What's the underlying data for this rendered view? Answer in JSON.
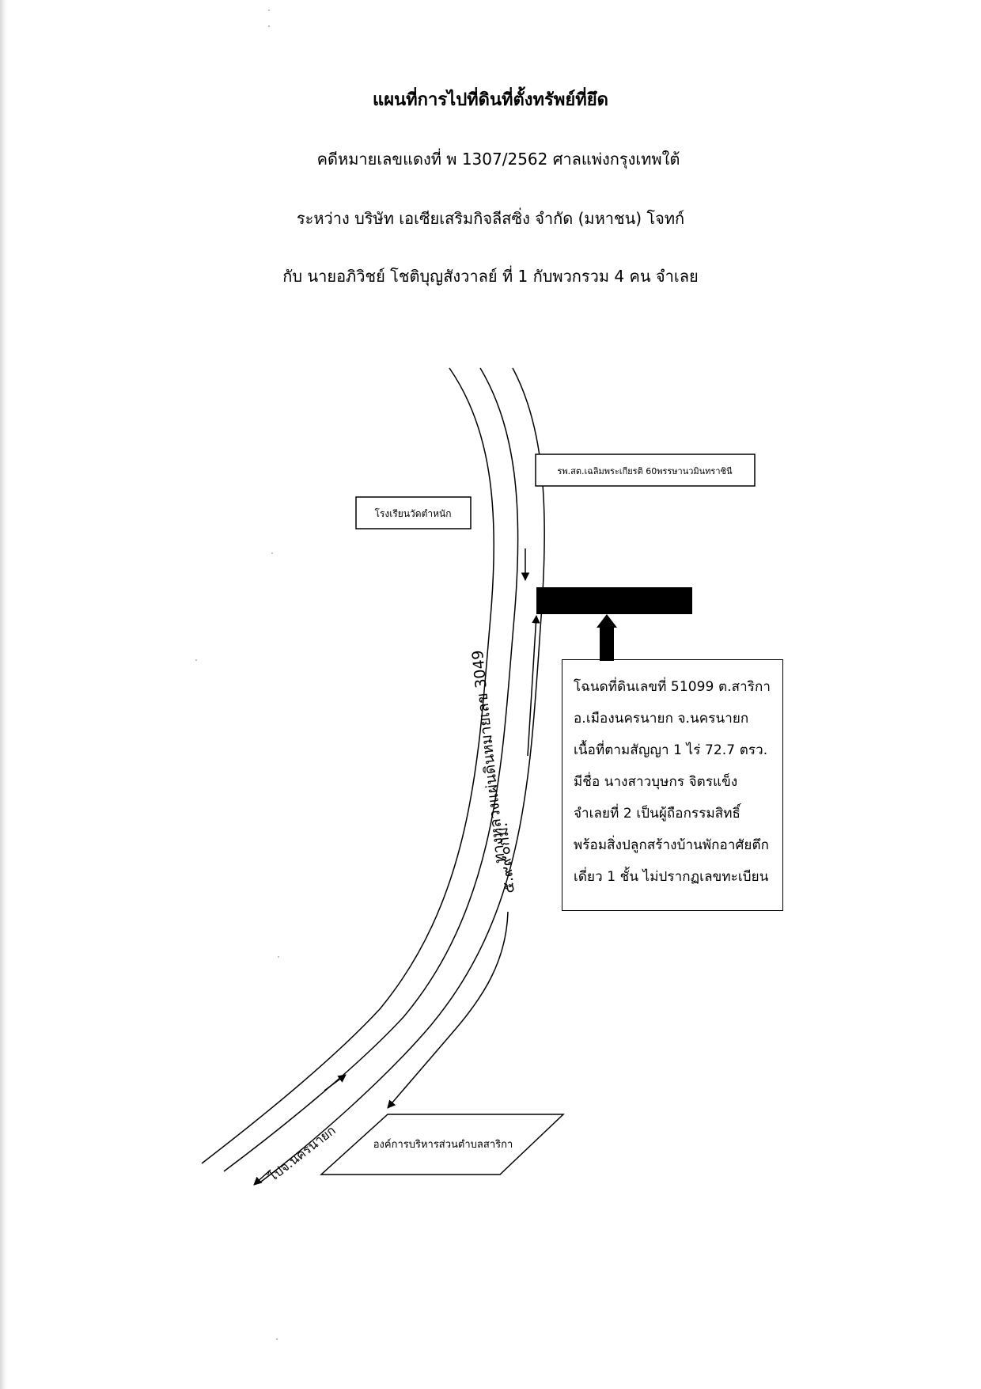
{
  "document": {
    "title": "แผนที่การไปที่ดินที่ตั้งทรัพย์ที่ยึด",
    "case_line": "คดีหมายเลขแดงที่  พ  1307/2562 ศาลแพ่งกรุงเทพใต้",
    "parties_line": "ระหว่าง   บริษัท เอเซียเสริมกิจลีสซิ่ง จำกัด  (มหาชน) โจทก์",
    "defendant_line": "กับ   นายอภิวิชย์  โชติบุญสังวาลย์ ที่ 1 กับพวกรวม 4 คน  จำเลย"
  },
  "map": {
    "landmarks": {
      "hospital": "รพ.สต.เฉลิมพระเกียรติ 60พรรษานวมินทราชินี",
      "school": "โรงเรียนวัดตำหนัก",
      "sao": "องค์การบริหารส่วนตำบลสาริกา"
    },
    "road_name": "ทางหลวงแผ่นดินหมายเลข  3049",
    "distance": "๕.๙๙๐กม.",
    "direction": "ไปจ.นครนายก",
    "deed_lines": [
      "โฉนดที่ดินเลขที่  51099  ต.สาริกา",
      "อ.เมืองนครนายก      จ.นครนายก",
      "เนื้อที่ตามสัญญา  1  ไร่  72.7  ตรว.",
      "มีชื่อ     นางสาวบุษกร      จิตรแข็ง",
      "จำเลยที่    2    เป็นผู้ถือกรรมสิทธิ์",
      "พร้อมสิ่งปลูกสร้างบ้านพักอาศัยตึก",
      "เดี่ยว 1 ชั้น ไม่ปรากฏเลขทะเบียน"
    ]
  }
}
